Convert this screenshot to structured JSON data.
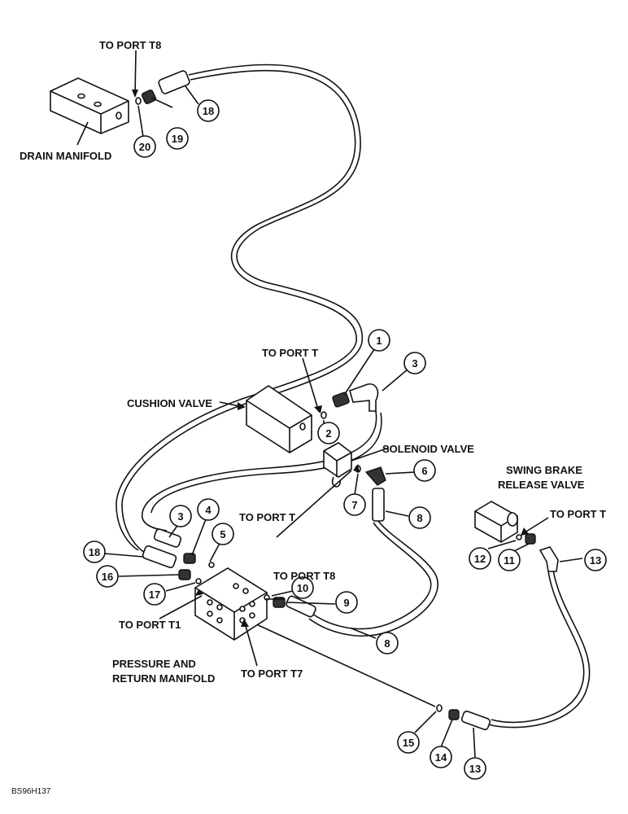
{
  "labels": {
    "port_t8_top": "TO PORT T8",
    "drain_manifold": "DRAIN MANIFOLD",
    "port_t_cushion": "TO PORT T",
    "cushion_valve": "CUSHION VALVE",
    "solenoid_valve": "SOLENOID VALVE",
    "port_t_solenoid": "TO PORT T",
    "swing_brake_1": "SWING BRAKE",
    "swing_brake_2": "RELEASE VALVE",
    "port_t_swing": "TO PORT T",
    "port_t8_manifold": "TO PORT T8",
    "port_t1": "TO PORT T1",
    "pressure_manifold_1": "PRESSURE AND",
    "pressure_manifold_2": "RETURN MANIFOLD",
    "port_t7": "TO PORT T7",
    "figure_code": "BS96H137"
  },
  "callouts": [
    "1",
    "2",
    "3",
    "3",
    "4",
    "5",
    "6",
    "7",
    "8",
    "8",
    "9",
    "10",
    "11",
    "12",
    "13",
    "13",
    "14",
    "15",
    "16",
    "17",
    "18",
    "18",
    "19",
    "20"
  ]
}
